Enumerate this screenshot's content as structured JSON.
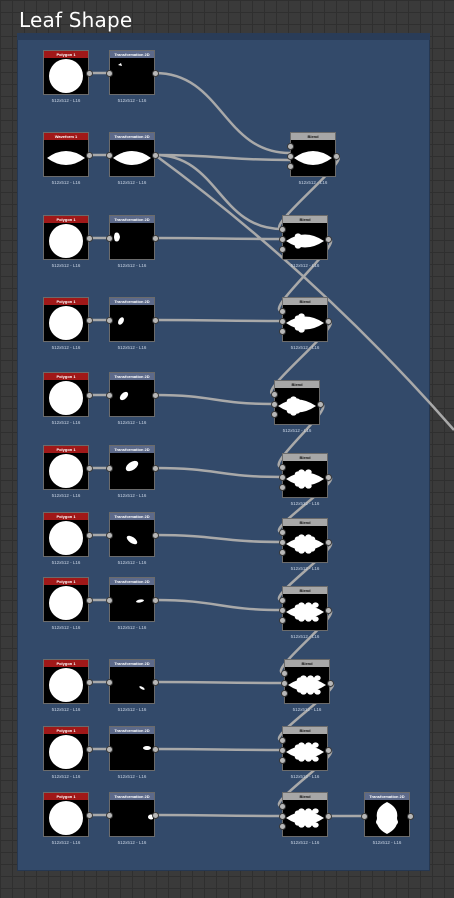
{
  "frame": {
    "title": "Leaf Shape"
  },
  "labels": {
    "polygon": "Polygon 1",
    "waveform": "Waveform 1",
    "transform": "Transformation 2D",
    "blend": "Blend"
  },
  "caption": "512x512 - L16",
  "colors": {
    "generator_header": "#a01818",
    "transform_header": "#5d6a8a",
    "blend_header": "#a7a7a7",
    "frame": "#334a6a",
    "wire": "#a9a9a9"
  },
  "left_rows": [
    {
      "source": "polygon",
      "shape": "tiny-top"
    },
    {
      "source": "waveform",
      "shape": "leaf"
    },
    {
      "source": "polygon",
      "shape": "blob-left"
    },
    {
      "source": "polygon",
      "shape": "small-left"
    },
    {
      "source": "polygon",
      "shape": "oval"
    },
    {
      "source": "polygon",
      "shape": "oval-big"
    },
    {
      "source": "polygon",
      "shape": "oval-low"
    },
    {
      "source": "polygon",
      "shape": "dash"
    },
    {
      "source": "polygon",
      "shape": "dot"
    },
    {
      "source": "polygon",
      "shape": "dot2"
    },
    {
      "source": "polygon",
      "shape": "dot3"
    }
  ],
  "blend_nodes": 10,
  "output_node": {
    "label": "Transformation 2D",
    "caption": "512x512 - L16"
  }
}
